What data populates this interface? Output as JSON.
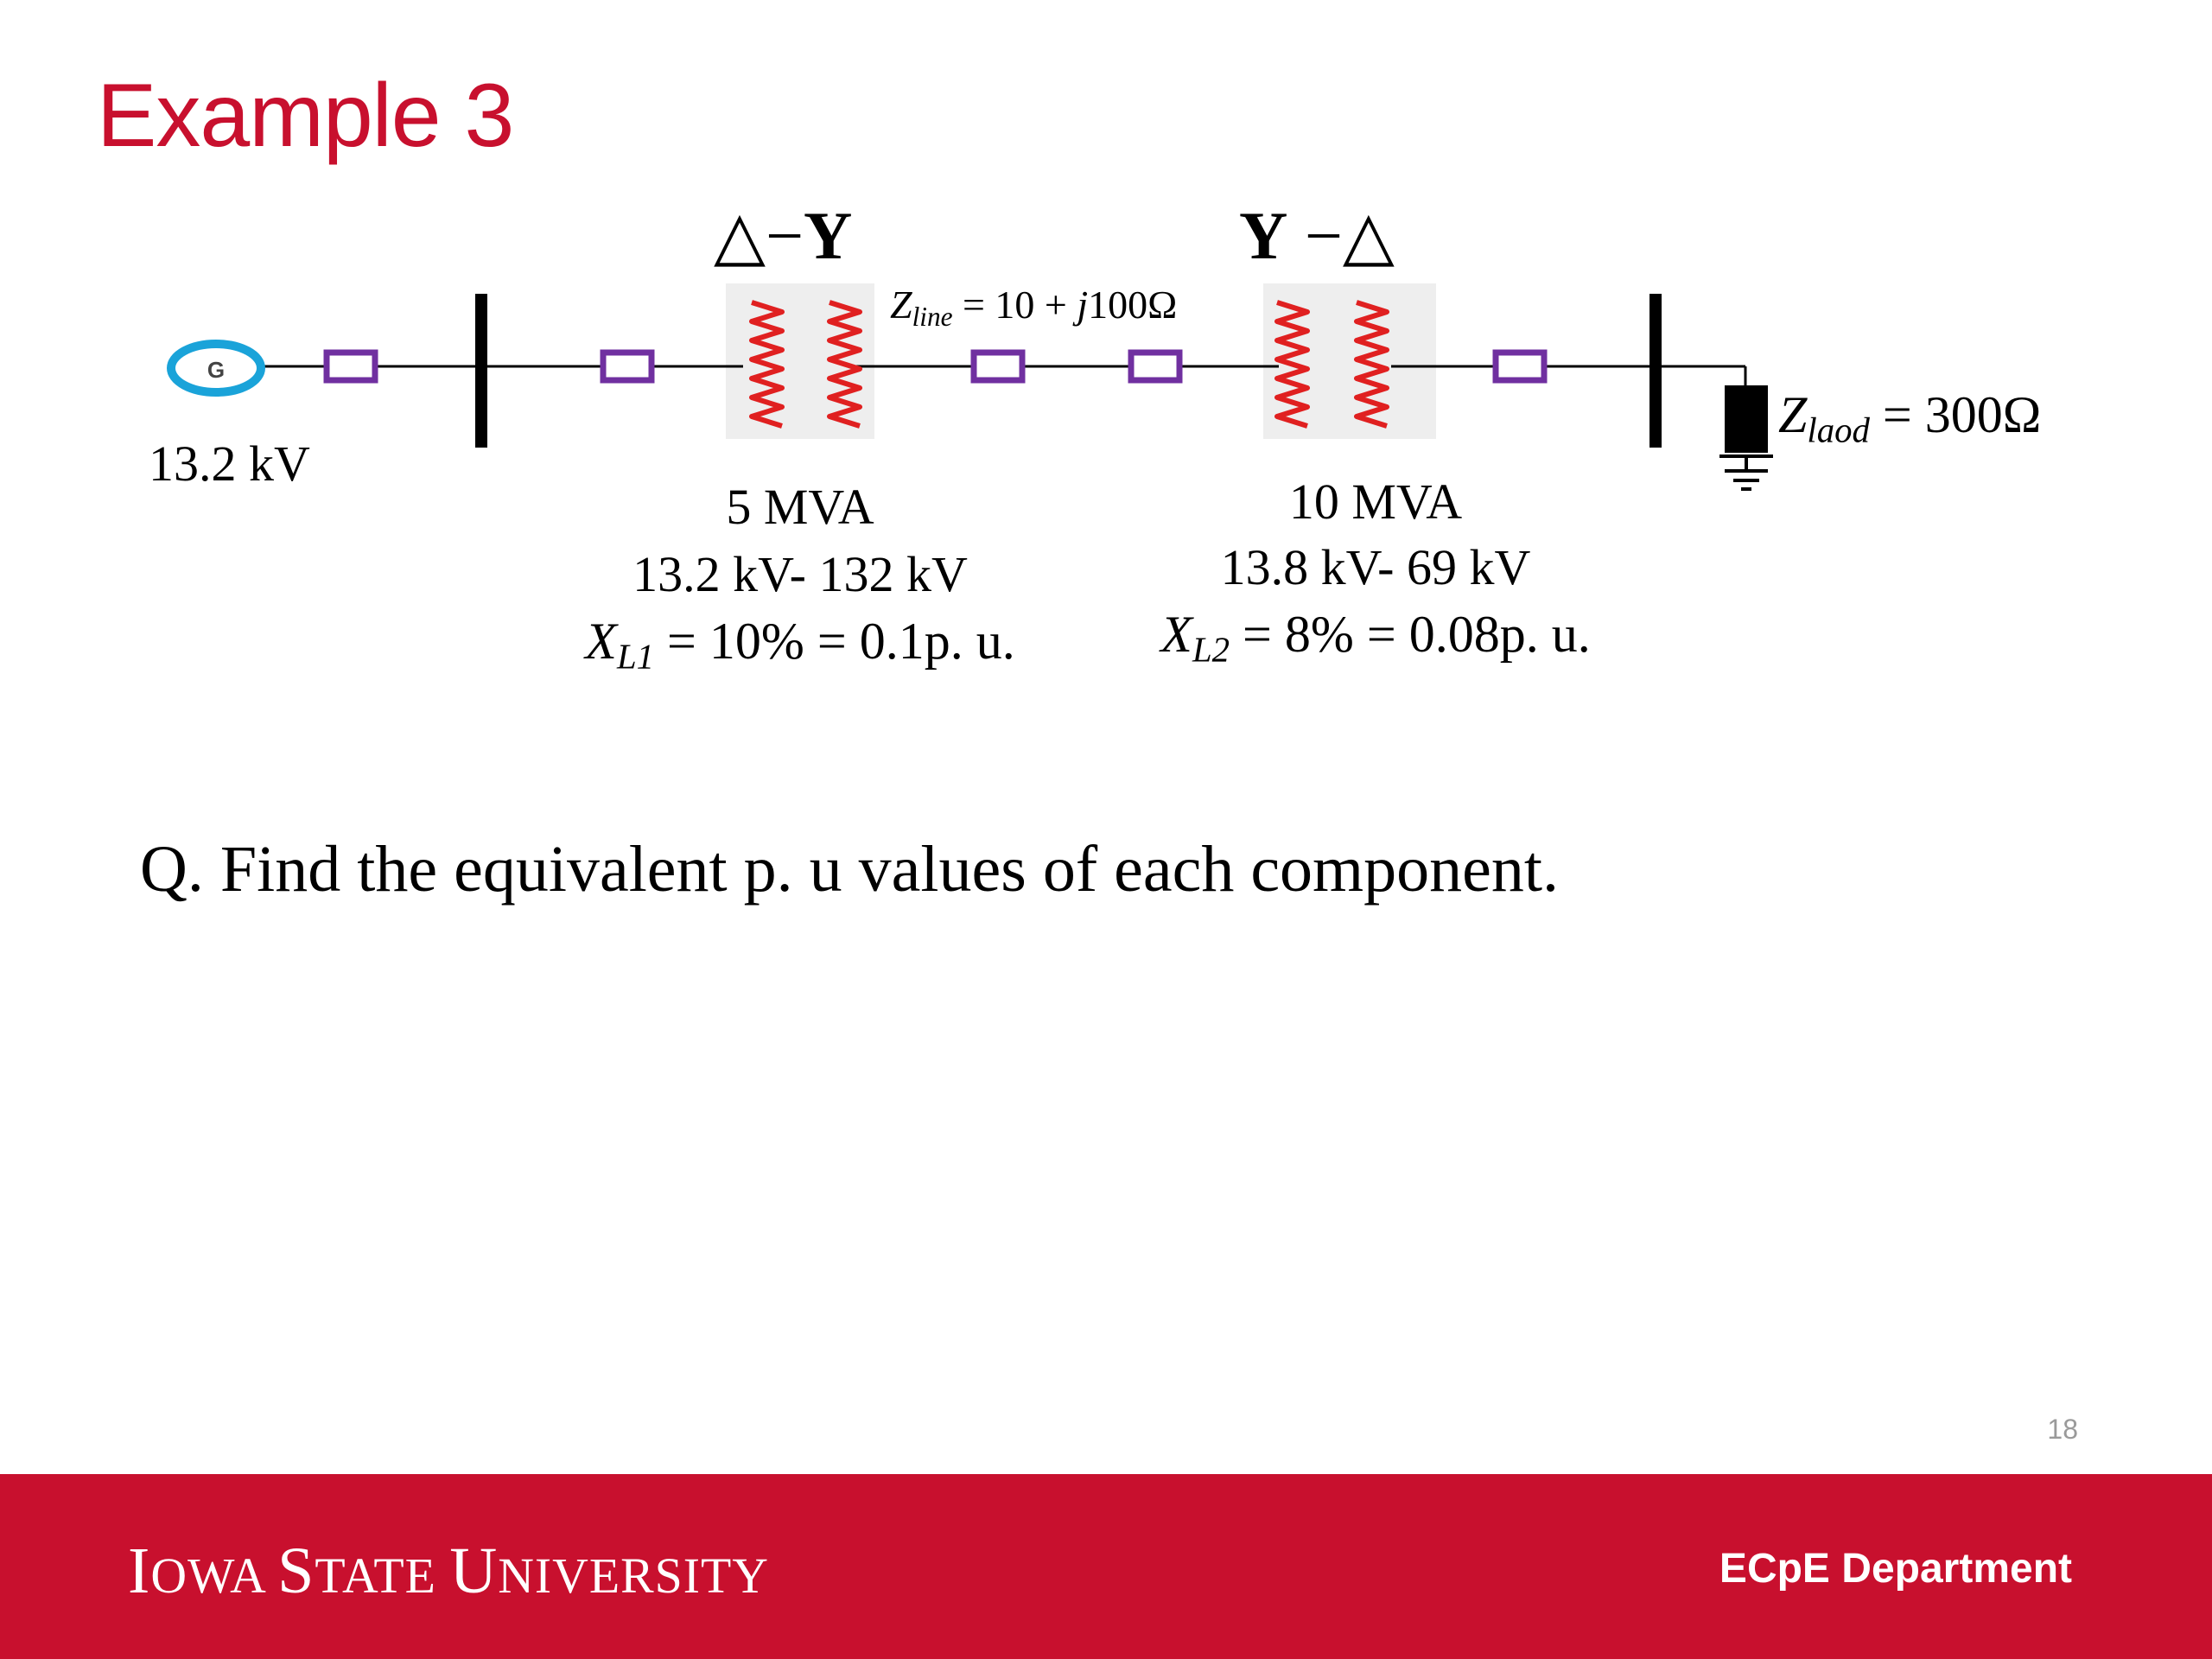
{
  "slide": {
    "title": "Example 3",
    "page_number": "18"
  },
  "diagram": {
    "generator": {
      "symbol": "G",
      "voltage": "13.2 kV"
    },
    "transformer1": {
      "connection_left": "△",
      "connection_sep": "−",
      "connection_right": "Y",
      "rating": "5 MVA",
      "voltage": "13.2 kV- 132 kV",
      "reactance": {
        "var": "X",
        "sub": "L1",
        "expr": " = 10% = 0.1p. u."
      }
    },
    "transformer2": {
      "connection_left": "Y",
      "connection_sep": " −",
      "connection_right": "△",
      "rating": "10 MVA",
      "voltage": "13.8 kV- 69 kV",
      "reactance": {
        "var": "X",
        "sub": "L2",
        "expr": " = 8% = 0.08p. u."
      }
    },
    "line": {
      "var": "Z",
      "sub": "line",
      "expr_a": " = 10 + ",
      "j": "j",
      "expr_b": "100Ω"
    },
    "load": {
      "var": "Z",
      "sub": "laod",
      "expr": " = 300Ω"
    }
  },
  "question": "Q. Find the equivalent p. u values of each component.",
  "footer": {
    "university": {
      "c1": "I",
      "r1": "OWA ",
      "c2": "S",
      "r2": "TATE ",
      "c3": "U",
      "r3": "NIVERSITY"
    },
    "department": "ECpE Department"
  },
  "colors": {
    "accent": "#c8102e",
    "breaker": "#7030a0",
    "generator": "#1aa3d9",
    "winding": "#e02020"
  }
}
